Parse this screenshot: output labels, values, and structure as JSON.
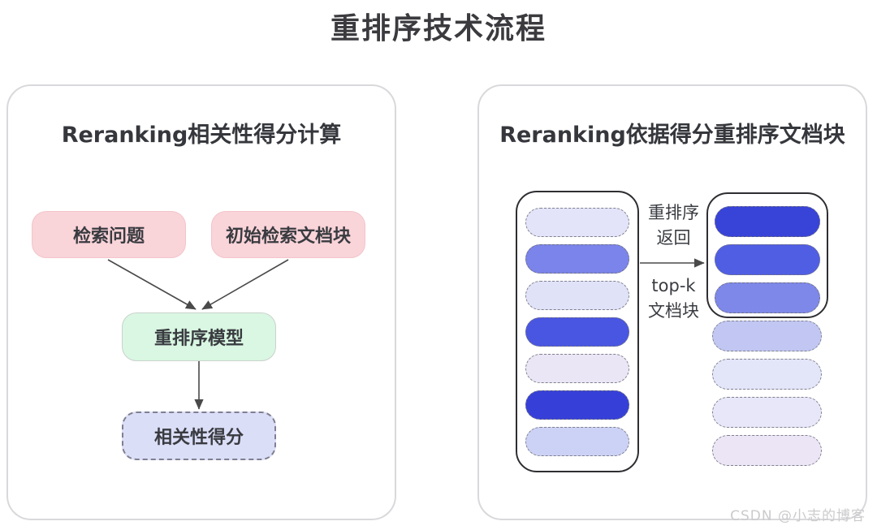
{
  "page": {
    "title": "重排序技术流程",
    "watermark": "CSDN @小志的博客"
  },
  "left_panel": {
    "title": "Reranking相关性得分计算",
    "nodes": {
      "query": "检索问题",
      "initial_chunks": "初始检索文档块",
      "rerank_model": "重排序模型",
      "relevance_score": "相关性得分"
    },
    "node_fills": {
      "query": "#f9d4d9",
      "initial_chunks": "#f9d4d9",
      "rerank_model": "#d9f7e2",
      "relevance_score": "#dbdef7"
    },
    "arrow_color": "#4a4a4a"
  },
  "right_panel": {
    "title": "Reranking依据得分重排序文档块",
    "arrow_labels": {
      "top_line1": "重排序",
      "top_line2": "返回",
      "bottom_line1": "top-k",
      "bottom_line2": "文档块"
    },
    "input_pills": [
      {
        "name": "input-chunk-1",
        "fill": "#e3e4f9",
        "border": "dashed"
      },
      {
        "name": "input-chunk-2",
        "fill": "#7b84ea",
        "border": "solid"
      },
      {
        "name": "input-chunk-3",
        "fill": "#e0e2f8",
        "border": "dashed"
      },
      {
        "name": "input-chunk-4",
        "fill": "#4956e2",
        "border": "solid"
      },
      {
        "name": "input-chunk-5",
        "fill": "#eae6f6",
        "border": "dashed"
      },
      {
        "name": "input-chunk-6",
        "fill": "#3640d8",
        "border": "solid"
      },
      {
        "name": "input-chunk-7",
        "fill": "#ccd2f5",
        "border": "dashed"
      }
    ],
    "topk_pills": [
      {
        "name": "topk-chunk-1",
        "fill": "#3843d8",
        "border": "solid"
      },
      {
        "name": "topk-chunk-2",
        "fill": "#505ee4",
        "border": "solid"
      },
      {
        "name": "topk-chunk-3",
        "fill": "#7e88e9",
        "border": "solid"
      }
    ],
    "remaining_pills": [
      {
        "name": "remaining-chunk-1",
        "fill": "#c1c7f2",
        "border": "dashed"
      },
      {
        "name": "remaining-chunk-2",
        "fill": "#e3e5f9",
        "border": "dashed"
      },
      {
        "name": "remaining-chunk-3",
        "fill": "#e7e7f9",
        "border": "dashed"
      },
      {
        "name": "remaining-chunk-4",
        "fill": "#ebe5f6",
        "border": "dashed"
      }
    ]
  }
}
